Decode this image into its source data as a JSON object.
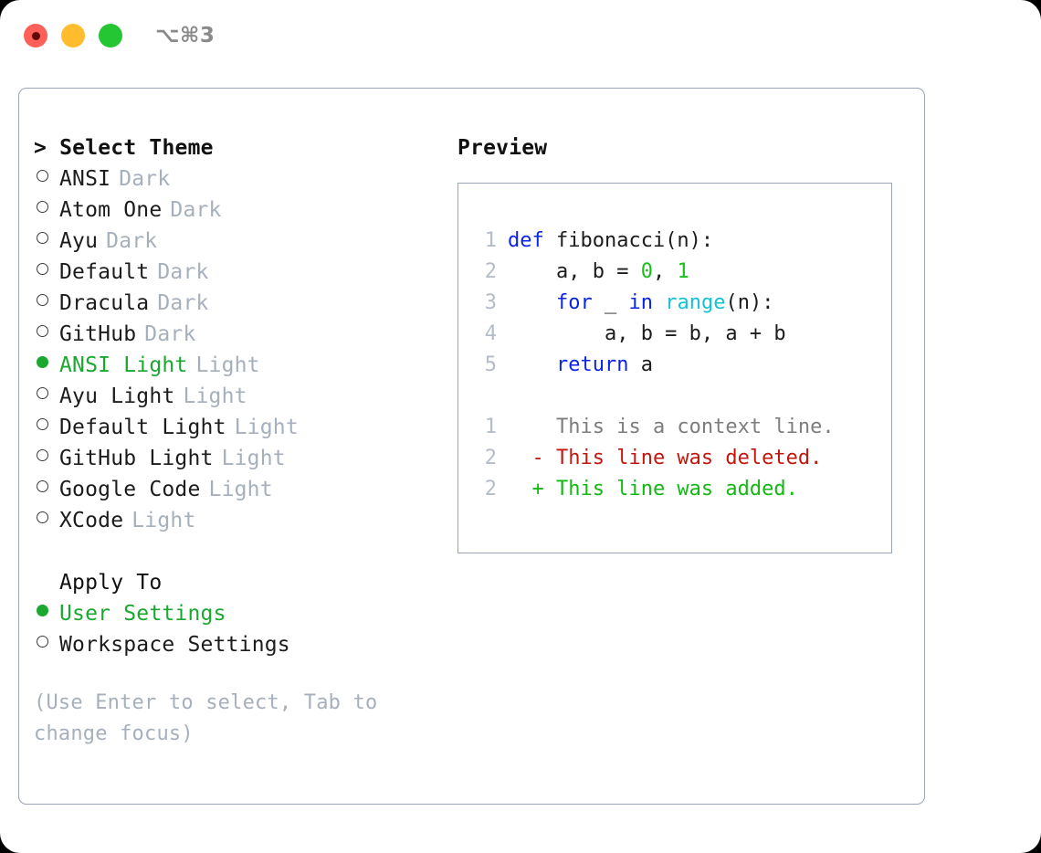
{
  "titlebar": {
    "shortcut": "⌥⌘3",
    "buttons": [
      {
        "name": "close",
        "color": "#ff6159"
      },
      {
        "name": "minimize",
        "color": "#ffbd2e"
      },
      {
        "name": "maximize",
        "color": "#25c633"
      }
    ]
  },
  "colors": {
    "accent_green": "#1aa830",
    "muted": "#a6b0bd",
    "border": "#9aa5b5",
    "keyword_blue": "#0b24e8",
    "function_cyan": "#15c2d4",
    "number_green": "#16c21a",
    "diff_delete_red": "#c1170f",
    "diff_add_green": "#13b813"
  },
  "theme_list": {
    "heading": "> Select Theme",
    "items": [
      {
        "name": "ANSI",
        "category": "Dark",
        "selected": false
      },
      {
        "name": "Atom One",
        "category": "Dark",
        "selected": false
      },
      {
        "name": "Ayu",
        "category": "Dark",
        "selected": false
      },
      {
        "name": "Default",
        "category": "Dark",
        "selected": false
      },
      {
        "name": "Dracula",
        "category": "Dark",
        "selected": false
      },
      {
        "name": "GitHub",
        "category": "Dark",
        "selected": false
      },
      {
        "name": "ANSI Light",
        "category": "Light",
        "selected": true
      },
      {
        "name": "Ayu Light",
        "category": "Light",
        "selected": false
      },
      {
        "name": "Default Light",
        "category": "Light",
        "selected": false
      },
      {
        "name": "GitHub Light",
        "category": "Light",
        "selected": false
      },
      {
        "name": "Google Code",
        "category": "Light",
        "selected": false
      },
      {
        "name": "XCode",
        "category": "Light",
        "selected": false
      }
    ]
  },
  "apply_to": {
    "heading": "Apply To",
    "options": [
      {
        "label": "User Settings",
        "selected": true
      },
      {
        "label": "Workspace Settings",
        "selected": false
      }
    ]
  },
  "hint": "(Use Enter to select, Tab to change focus)",
  "preview": {
    "title": "Preview",
    "code_lines": [
      {
        "number": "1",
        "tokens": [
          {
            "text": "def ",
            "type": "kw"
          },
          {
            "text": "fibonacci(n):",
            "type": "plain"
          }
        ]
      },
      {
        "number": "2",
        "tokens": [
          {
            "text": "    a, b = ",
            "type": "plain"
          },
          {
            "text": "0",
            "type": "num"
          },
          {
            "text": ", ",
            "type": "plain"
          },
          {
            "text": "1",
            "type": "num"
          }
        ]
      },
      {
        "number": "3",
        "tokens": [
          {
            "text": "    ",
            "type": "plain"
          },
          {
            "text": "for",
            "type": "kw"
          },
          {
            "text": " _ ",
            "type": "plain"
          },
          {
            "text": "in",
            "type": "kw"
          },
          {
            "text": " ",
            "type": "plain"
          },
          {
            "text": "range",
            "type": "fn"
          },
          {
            "text": "(n):",
            "type": "plain"
          }
        ]
      },
      {
        "number": "4",
        "tokens": [
          {
            "text": "        a, b = b, a + b",
            "type": "plain"
          }
        ]
      },
      {
        "number": "5",
        "tokens": [
          {
            "text": "    ",
            "type": "plain"
          },
          {
            "text": "return",
            "type": "kw"
          },
          {
            "text": " a",
            "type": "plain"
          }
        ]
      }
    ],
    "diff_lines": [
      {
        "number": "1",
        "marker": " ",
        "text": "This is a context line.",
        "kind": "ctx"
      },
      {
        "number": "2",
        "marker": "-",
        "text": "This line was deleted.",
        "kind": "del"
      },
      {
        "number": "2",
        "marker": "+",
        "text": "This line was added.",
        "kind": "add"
      }
    ]
  }
}
